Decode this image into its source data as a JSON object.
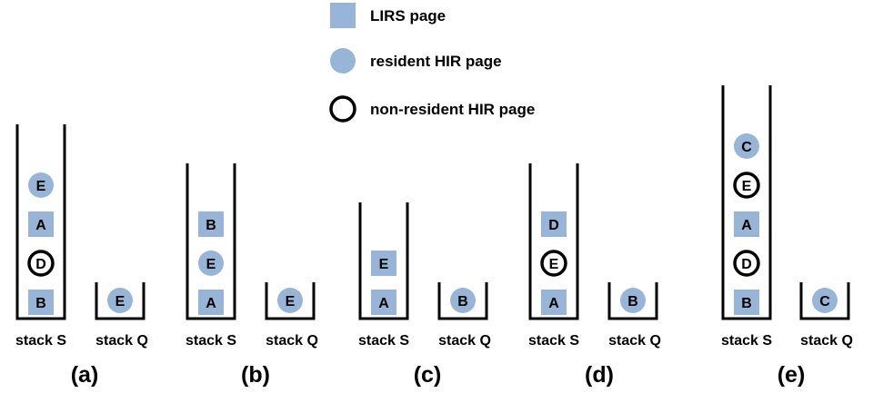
{
  "legend": [
    {
      "type": "lirs",
      "label": "LIRS page"
    },
    {
      "type": "resident",
      "label": "resident HIR page"
    },
    {
      "type": "nonresident",
      "label": "non-resident HIR page"
    }
  ],
  "colors": {
    "page_fill": "#98b4d6",
    "outline": "#000000",
    "background": "#ffffff"
  },
  "stack_labels": {
    "s": "stack S",
    "q": "stack Q"
  },
  "panels": [
    {
      "label": "(a)",
      "stack_s": [
        {
          "letter": "B",
          "type": "lirs"
        },
        {
          "letter": "D",
          "type": "nonresident"
        },
        {
          "letter": "A",
          "type": "lirs"
        },
        {
          "letter": "E",
          "type": "resident"
        }
      ],
      "stack_q": [
        {
          "letter": "E",
          "type": "resident"
        }
      ]
    },
    {
      "label": "(b)",
      "stack_s": [
        {
          "letter": "A",
          "type": "lirs"
        },
        {
          "letter": "E",
          "type": "resident"
        },
        {
          "letter": "B",
          "type": "lirs"
        }
      ],
      "stack_q": [
        {
          "letter": "E",
          "type": "resident"
        }
      ]
    },
    {
      "label": "(c)",
      "stack_s": [
        {
          "letter": "A",
          "type": "lirs"
        },
        {
          "letter": "E",
          "type": "lirs"
        }
      ],
      "stack_q": [
        {
          "letter": "B",
          "type": "resident"
        }
      ]
    },
    {
      "label": "(d)",
      "stack_s": [
        {
          "letter": "A",
          "type": "lirs"
        },
        {
          "letter": "E",
          "type": "nonresident"
        },
        {
          "letter": "D",
          "type": "lirs"
        }
      ],
      "stack_q": [
        {
          "letter": "B",
          "type": "resident"
        }
      ]
    },
    {
      "label": "(e)",
      "stack_s": [
        {
          "letter": "B",
          "type": "lirs"
        },
        {
          "letter": "D",
          "type": "nonresident"
        },
        {
          "letter": "A",
          "type": "lirs"
        },
        {
          "letter": "E",
          "type": "nonresident"
        },
        {
          "letter": "C",
          "type": "resident"
        }
      ],
      "stack_q": [
        {
          "letter": "C",
          "type": "resident"
        }
      ]
    }
  ]
}
